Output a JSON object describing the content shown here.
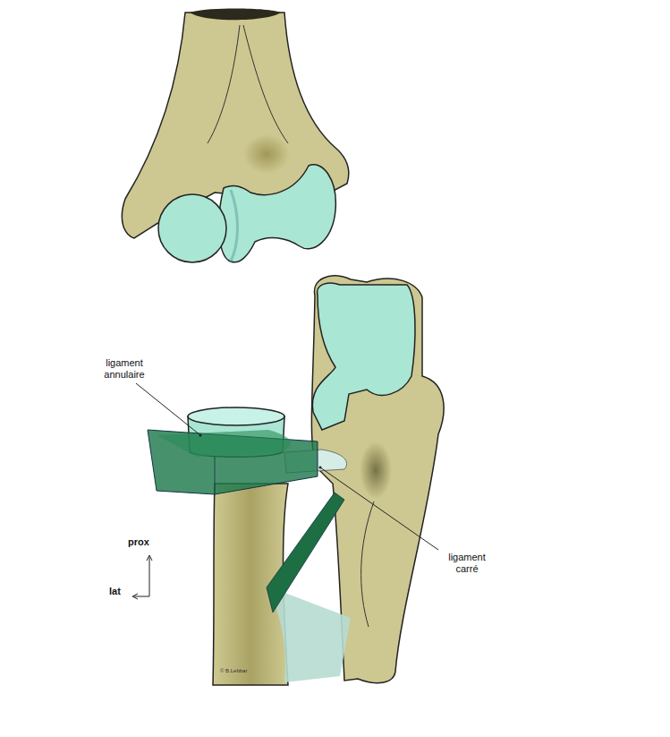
{
  "diagram": {
    "labels": [
      "ligament annulaire",
      "ligament carré",
      "prox",
      "lat",
      "© B.Lebbar"
    ]
  }
}
